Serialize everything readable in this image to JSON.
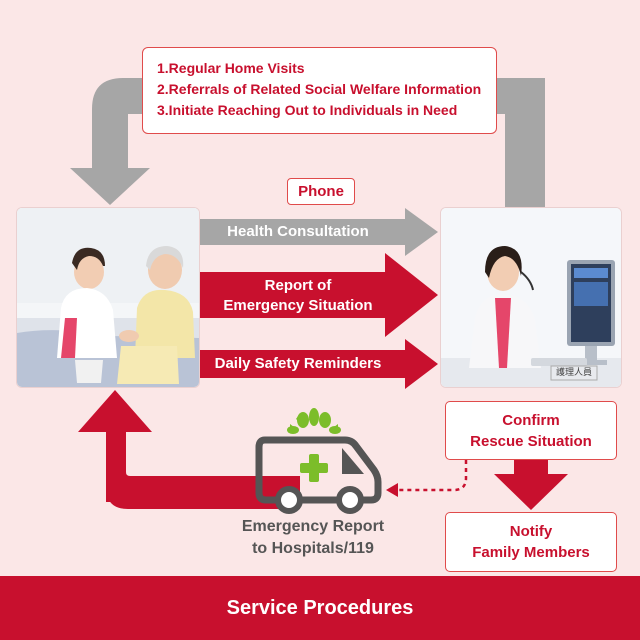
{
  "info_box": {
    "lines": [
      "1.Regular Home Visits",
      "2.Referrals of Related Social Welfare Information",
      "3.Initiate Reaching Out to Individuals in Need"
    ]
  },
  "phone_label": "Phone",
  "arrows": {
    "health": "Health Consultation",
    "emergency_line1": "Report of",
    "emergency_line2": "Emergency Situation",
    "daily": "Daily Safety Reminders"
  },
  "confirm_box": {
    "line1": "Confirm",
    "line2": "Rescue Situation"
  },
  "notify_box": {
    "line1": "Notify",
    "line2": "Family Members"
  },
  "ambulance": {
    "line1": "Emergency Report",
    "line2": "to Hospitals/119"
  },
  "monitor_sign": "護理人員",
  "footer_title": "Service Procedures",
  "colors": {
    "background": "#fbe7e7",
    "brand_red": "#c8102e",
    "arrow_gray": "#a6a6a6",
    "icon_gray": "#555555",
    "icon_green": "#7cbd2a"
  }
}
